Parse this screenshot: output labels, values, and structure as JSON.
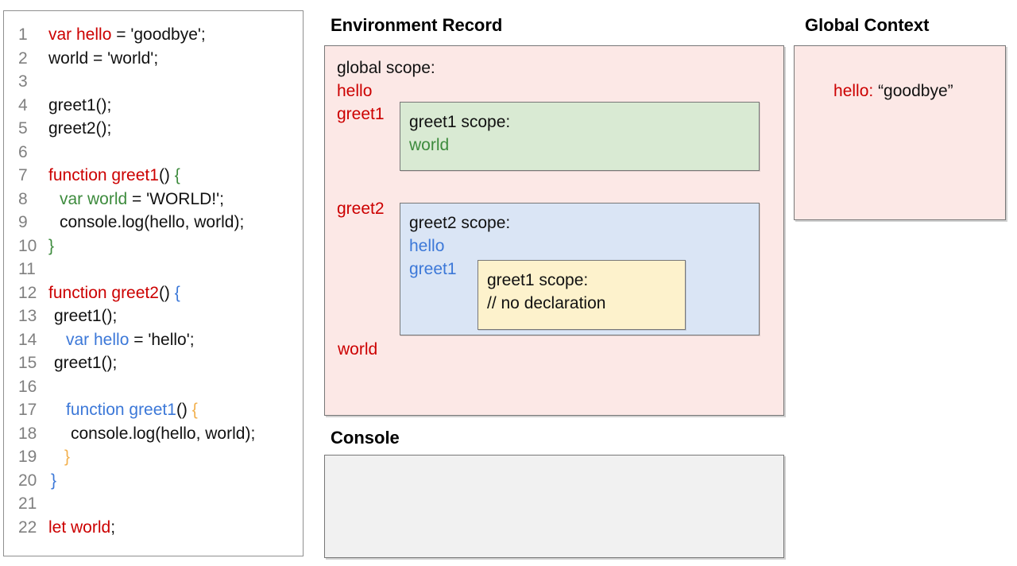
{
  "colors": {
    "red": "#cc0000",
    "green": "#3d8b3d",
    "blue": "#3c78d8",
    "orange": "#f2b04d",
    "code-black": "#111111",
    "line-number-gray": "#808080",
    "pink-bg": "#fce8e6",
    "green-bg": "#d9ead3",
    "blue-bg": "#dae5f5",
    "yellow-bg": "#fdf2cc",
    "console-bg": "#f1f1f1",
    "border-gray": "#777777"
  },
  "code_panel": {
    "lines": [
      {
        "n": "1",
        "indent": 0,
        "segs": [
          [
            "var hello",
            "red"
          ],
          [
            " = 'goodbye';",
            "black"
          ]
        ]
      },
      {
        "n": "2",
        "indent": 0,
        "segs": [
          [
            "world = 'world';",
            "black"
          ]
        ]
      },
      {
        "n": "3",
        "indent": 0,
        "segs": []
      },
      {
        "n": "4",
        "indent": 0,
        "segs": [
          [
            "greet1();",
            "black"
          ]
        ]
      },
      {
        "n": "5",
        "indent": 0,
        "segs": [
          [
            "greet2();",
            "black"
          ]
        ]
      },
      {
        "n": "6",
        "indent": 0,
        "segs": []
      },
      {
        "n": "7",
        "indent": 0,
        "segs": [
          [
            "function greet1",
            "red"
          ],
          [
            "() ",
            "black"
          ],
          [
            "{",
            "green"
          ]
        ]
      },
      {
        "n": "8",
        "indent": 14,
        "segs": [
          [
            "var world",
            "green"
          ],
          [
            " = 'WORLD!';",
            "black"
          ]
        ]
      },
      {
        "n": "9",
        "indent": 14,
        "segs": [
          [
            "console.log(hello, world);",
            "black"
          ]
        ]
      },
      {
        "n": "10",
        "indent": 0,
        "segs": [
          [
            "}",
            "green"
          ]
        ]
      },
      {
        "n": "11",
        "indent": 0,
        "segs": []
      },
      {
        "n": "12",
        "indent": 0,
        "segs": [
          [
            "function greet2",
            "red"
          ],
          [
            "() ",
            "black"
          ],
          [
            "{",
            "blue"
          ]
        ]
      },
      {
        "n": "13",
        "indent": 7,
        "segs": [
          [
            "greet1();",
            "black"
          ]
        ]
      },
      {
        "n": "14",
        "indent": 22,
        "segs": [
          [
            "var hello",
            "blue"
          ],
          [
            " = 'hello';",
            "black"
          ]
        ]
      },
      {
        "n": "15",
        "indent": 7,
        "segs": [
          [
            "greet1();",
            "black"
          ]
        ]
      },
      {
        "n": "16",
        "indent": 0,
        "segs": []
      },
      {
        "n": "17",
        "indent": 22,
        "segs": [
          [
            "function greet1",
            "blue"
          ],
          [
            "() ",
            "black"
          ],
          [
            "{",
            "orange"
          ]
        ]
      },
      {
        "n": "18",
        "indent": 28,
        "segs": [
          [
            "console.log(hello, world);",
            "black"
          ]
        ]
      },
      {
        "n": "19",
        "indent": 20,
        "segs": [
          [
            "}",
            "orange"
          ]
        ]
      },
      {
        "n": "20",
        "indent": 3,
        "segs": [
          [
            "}",
            "blue"
          ]
        ]
      },
      {
        "n": "21",
        "indent": 0,
        "segs": []
      },
      {
        "n": "22",
        "indent": 0,
        "segs": [
          [
            "let world",
            "red"
          ],
          [
            ";",
            "black"
          ]
        ]
      }
    ]
  },
  "environment_record": {
    "title": "Environment Record",
    "global_scope": {
      "label": "global scope:",
      "variables": [
        "hello",
        "greet1",
        "greet2",
        "world"
      ],
      "greet1_scope": {
        "label": "greet1 scope:",
        "variables": [
          "world"
        ]
      },
      "greet2_scope": {
        "label": "greet2 scope:",
        "variables": [
          "hello",
          "greet1"
        ],
        "greet1_scope": {
          "label": "greet1 scope:",
          "comment": "// no declaration"
        }
      }
    }
  },
  "console_panel": {
    "title": "Console"
  },
  "global_context": {
    "title": "Global Context",
    "entry": {
      "name": "hello:",
      "value": "“goodbye”"
    }
  }
}
